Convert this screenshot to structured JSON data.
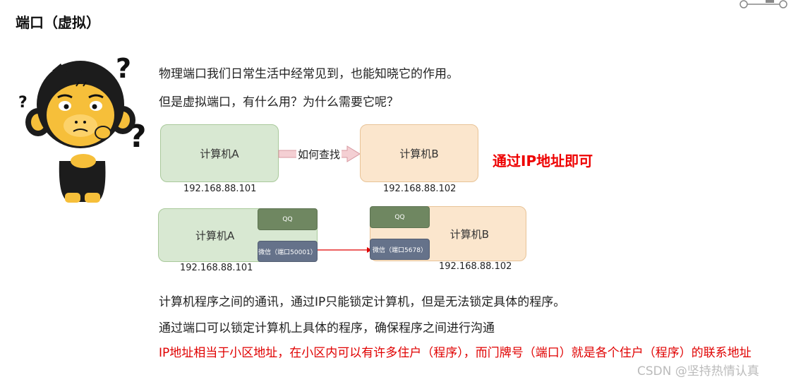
{
  "title": "端口（虚拟）",
  "intro": [
    "物理端口我们日常生活中经常见到，也能知晓它的作用。",
    "但是虚拟端口，有什么用？为什么需要它呢？"
  ],
  "diagram1": {
    "computer_a": "计算机A",
    "computer_b": "计算机B",
    "arrow_label": "如何查找",
    "ip_a": "192.168.88.101",
    "ip_b": "192.168.88.102",
    "hint": "通过IP地址即可"
  },
  "diagram2": {
    "computer_a": "计算机A",
    "computer_b": "计算机B",
    "qq_a": "QQ",
    "qq_b": "QQ",
    "wechat_a": "微信（端口50001）",
    "wechat_b": "微信（端口5678）",
    "ip_a": "192.168.88.101",
    "ip_b": "192.168.88.102"
  },
  "notes": [
    "计算机程序之间的通讯，通过IP只能锁定计算机，但是无法锁定具体的程序。",
    "通过端口可以锁定计算机上具体的程序，确保程序之间进行沟通"
  ],
  "red_note": "IP地址相当于小区地址，在小区内可以有许多住户（程序），而门牌号（端口）就是各个住户（程序）的联系地址",
  "watermark": "CSDN @坚持热情认真",
  "colors": {
    "green_box": "#d8e8d2",
    "orange_box": "#fbe6cd",
    "qq_box": "#6f8761",
    "wechat_box": "#65728a",
    "accent_red": "#e00000"
  }
}
